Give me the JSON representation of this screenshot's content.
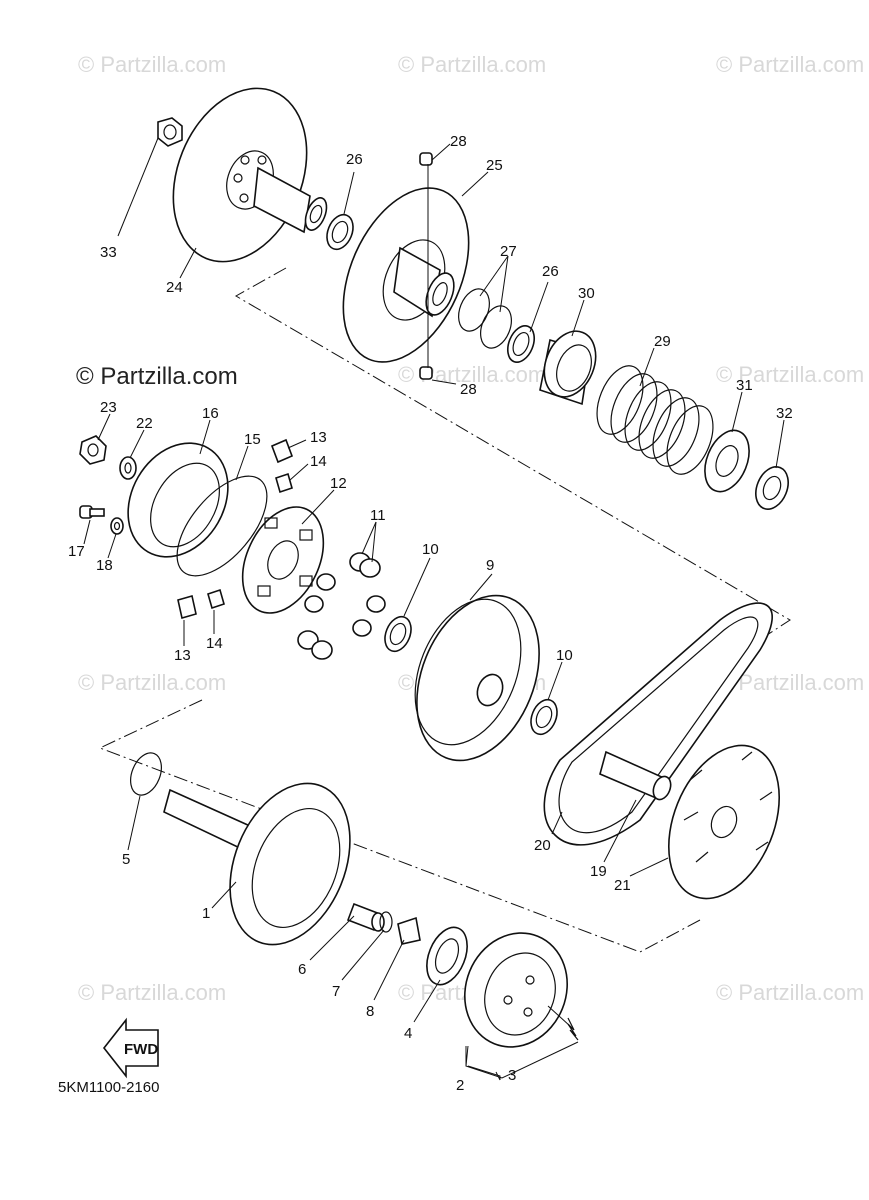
{
  "watermark": {
    "repeated_text": "© Partzilla.com",
    "main_text": "© Partzilla.com"
  },
  "diagram_code": "5KM1100-2160",
  "fwd_label": "FWD",
  "callouts": {
    "c1": "1",
    "c2": "2",
    "c3": "3",
    "c4": "4",
    "c5": "5",
    "c6": "6",
    "c7": "7",
    "c8": "8",
    "c9": "9",
    "c10a": "10",
    "c10b": "10",
    "c11": "11",
    "c12": "12",
    "c13a": "13",
    "c13b": "13",
    "c14a": "14",
    "c14b": "14",
    "c15": "15",
    "c16": "16",
    "c17": "17",
    "c18": "18",
    "c19": "19",
    "c20": "20",
    "c21": "21",
    "c22": "22",
    "c23": "23",
    "c24": "24",
    "c25": "25",
    "c26a": "26",
    "c26b": "26",
    "c27": "27",
    "c28a": "28",
    "c28b": "28",
    "c29": "29",
    "c30": "30",
    "c31": "31",
    "c32": "32",
    "c33": "33"
  }
}
